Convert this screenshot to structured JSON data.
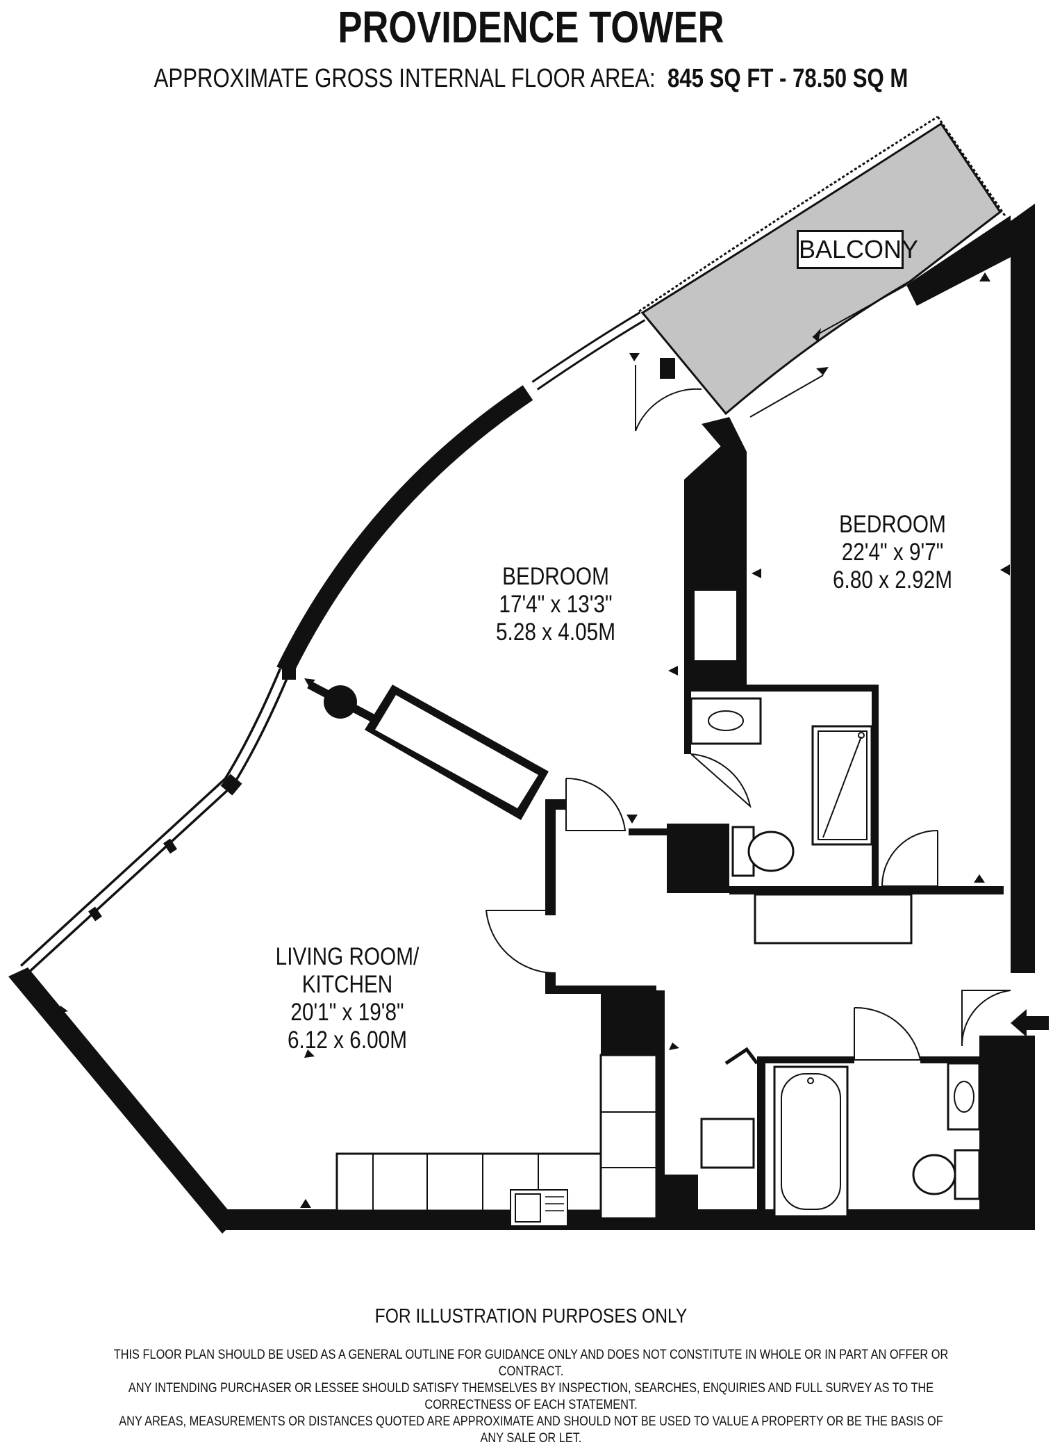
{
  "header": {
    "title": "PROVIDENCE TOWER",
    "area_prefix": "APPROXIMATE GROSS INTERNAL FLOOR AREA:",
    "area_value": "845 SQ FT  -  78.50 SQ M"
  },
  "rooms": {
    "balcony": "BALCONY",
    "bedroom1": {
      "name": "BEDROOM",
      "imperial": "17'4\" x 13'3\"",
      "metric": "5.28 x 4.05M"
    },
    "bedroom2": {
      "name": "BEDROOM",
      "imperial": "22'4\" x 9'7\"",
      "metric": "6.80 x 2.92M"
    },
    "living": {
      "name_line1": "LIVING ROOM/",
      "name_line2": "KITCHEN",
      "imperial": "20'1\" x 19'8\"",
      "metric": "6.12 x 6.00M"
    }
  },
  "footer": {
    "illustration": "FOR ILLUSTRATION PURPOSES ONLY",
    "disclaimer_line1": "THIS FLOOR PLAN SHOULD BE USED AS A GENERAL OUTLINE FOR GUIDANCE ONLY AND DOES NOT CONSTITUTE IN WHOLE OR IN PART AN OFFER OR CONTRACT.",
    "disclaimer_line2": "ANY INTENDING PURCHASER OR LESSEE SHOULD SATISFY THEMSELVES BY INSPECTION, SEARCHES, ENQUIRIES AND FULL SURVEY AS TO THE CORRECTNESS OF EACH STATEMENT.",
    "disclaimer_line3": "ANY AREAS, MEASUREMENTS OR DISTANCES QUOTED ARE APPROXIMATE AND SHOULD NOT BE USED TO VALUE A PROPERTY OR BE THE BASIS OF ANY SALE OR LET."
  },
  "colors": {
    "wall": "#111111",
    "balcony_fill": "#c4c4c4",
    "background": "#ffffff"
  }
}
